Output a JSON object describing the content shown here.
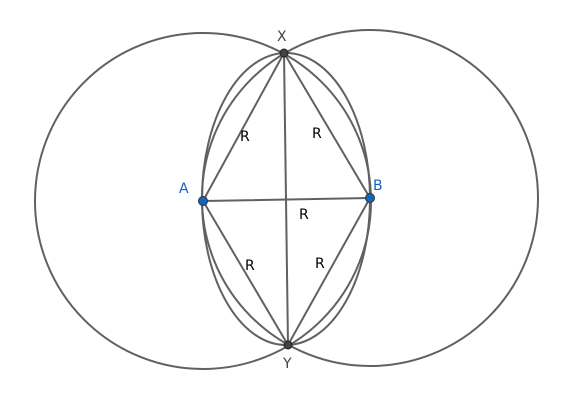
{
  "points": {
    "a": {
      "label": "A",
      "color": "#1565c0"
    },
    "b": {
      "label": "B",
      "color": "#1565c0"
    },
    "x": {
      "label": "X",
      "color": "#424242"
    },
    "y": {
      "label": "Y",
      "color": "#424242"
    }
  },
  "segment_labels": {
    "ax": "R",
    "bx": "R",
    "ab": "R",
    "ay": "R",
    "by": "R"
  },
  "colors": {
    "line": "#616161",
    "label_text": "#000000"
  }
}
